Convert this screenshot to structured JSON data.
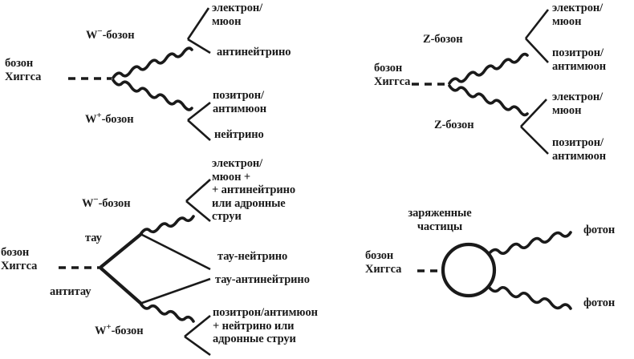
{
  "figure": {
    "kind": "feynman-diagrams",
    "description": "Four Higgs boson decay Feynman diagrams with Russian labels",
    "line_color": "#1a1a1a",
    "background_color": "#ffffff"
  },
  "diagram_ww": {
    "name": "higgs-to-ww",
    "higgs_label": "бозон\nХиггса",
    "w_minus_label": "W−-бозон",
    "w_minus_symbol": "W",
    "w_minus_charge": "−",
    "w_minus_word": "-бозон",
    "w_plus_symbol": "W",
    "w_plus_charge": "+",
    "w_plus_word": "-бозон",
    "out1": "электрон/\nмюон",
    "out2": "антинейтрино",
    "out3": "позитрон/\nантимюон",
    "out4": "нейтрино"
  },
  "diagram_zz": {
    "name": "higgs-to-zz",
    "higgs_label": "бозон\nХиггса",
    "z_upper_label": "Z-бозон",
    "z_lower_label": "Z-бозон",
    "out1": "электрон/\nмюон",
    "out2": "позитрон/\nантимюон",
    "out3": "электрон/\nмюон",
    "out4": "позитрон/\nантимюон"
  },
  "diagram_tautau": {
    "name": "higgs-to-tau-tau",
    "higgs_label": "бозон\nХиггса",
    "tau_label": "тау",
    "antitau_label": "антитау",
    "w_minus_symbol": "W",
    "w_minus_charge": "−",
    "w_minus_word": "-бозон",
    "w_plus_symbol": "W",
    "w_plus_charge": "+",
    "w_plus_word": "-бозон",
    "out1": "электрон/\nмюон +\n+ антинейтрино\nили адронные\nструи",
    "out2": "тау-нейтрино",
    "out3": "тау-антинейтрино",
    "out4": "позитрон/антимюон\n+ нейтрино или\nадронные струи"
  },
  "diagram_gammagamma": {
    "name": "higgs-to-two-photons",
    "higgs_label": "бозон\nХиггса",
    "loop_label": "заряженные\nчастицы",
    "out1": "фотон",
    "out2": "фотон"
  }
}
